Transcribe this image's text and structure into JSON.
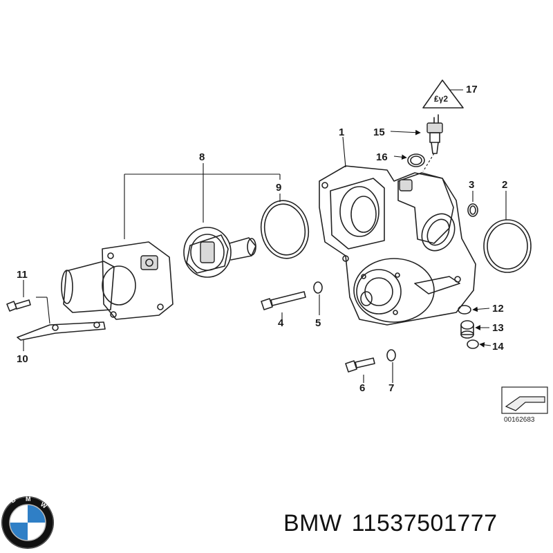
{
  "diagram": {
    "callouts": [
      "1",
      "2",
      "3",
      "4",
      "5",
      "6",
      "7",
      "8",
      "9",
      "10",
      "11",
      "12",
      "13",
      "14",
      "15",
      "16",
      "17"
    ],
    "drawing_code": "00162683"
  },
  "caption": {
    "brand": "BMW",
    "part_number": "11537501777"
  },
  "logo": {
    "name": "bmw-logo",
    "letters": "BMW",
    "colors": {
      "blue": "#2f7fc6",
      "white": "#ffffff",
      "ring": "#111111"
    }
  }
}
